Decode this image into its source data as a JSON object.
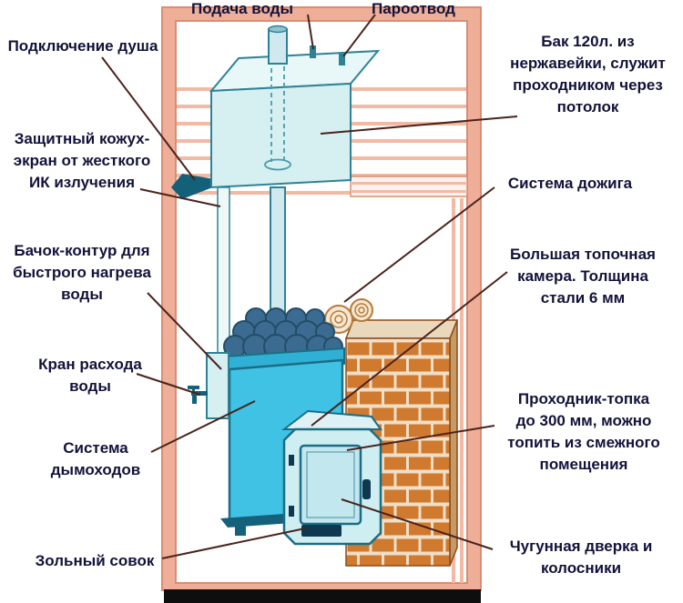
{
  "labels": {
    "water_supply": "Подача воды",
    "steam_outlet": "Пароотвод",
    "shower_connection": "Подключение душа",
    "tank": "Бак 120л. из\nнержавейки, служит\nпроходником через\nпотолок",
    "protective_screen": "Защитный кожух-\nэкран от жесткого\nИК излучения",
    "afterburning": "Система дожига",
    "heating_circuit": "Бачок-контур для\nбыстрого нагрева\nводы",
    "combustion_chamber": "Большая топочная\nкамера. Толщина\nстали 6 мм",
    "water_tap": "Кран расхода\nводы",
    "tunnel_firebox": "Проходник-топка\nдо 300 мм, можно\nтопить из смежного\nпомещения",
    "chimney_system": "Система\nдымоходов",
    "cast_iron_door": "Чугунная дверка и\nколосники",
    "ash_scoop": "Зольный совок"
  },
  "colors": {
    "wall_pink": "#eeae97",
    "plank_pink": "#f2b9a4",
    "stove_cyan": "#3fc2e4",
    "tank_cyan": "#d6eff1",
    "stone_blue": "#3b6b90",
    "brick_orange": "#cf7a2e",
    "mortar_cream": "#f0dfc6",
    "outline_teal": "#1b6d86",
    "leader_line": "#4a231d",
    "text_navy": "#12123a",
    "floor_black": "#0e0e0e"
  }
}
